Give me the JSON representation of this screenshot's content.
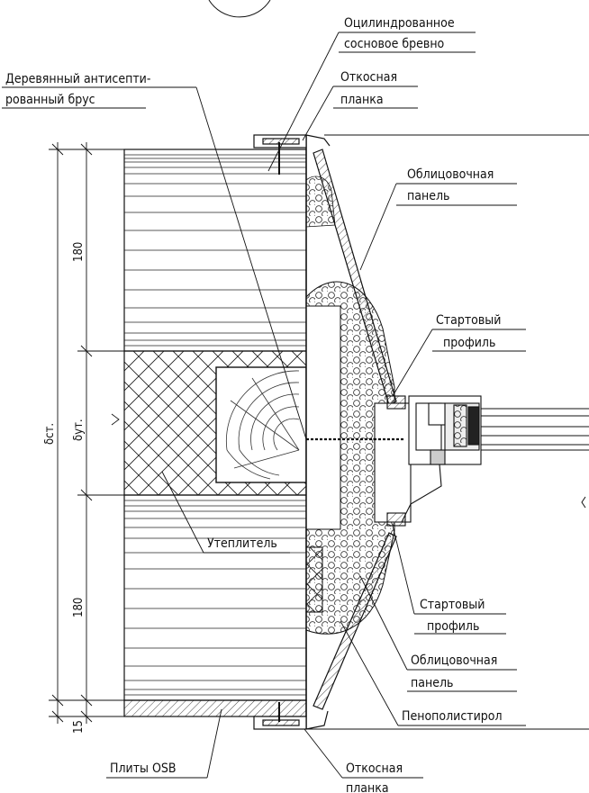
{
  "labels": {
    "log_line1": "Оцилиндрованное",
    "log_line2": "сосновое бревно",
    "beam_line1": "Деревянный антисепти-",
    "beam_line2": "рованный брус",
    "slope_top_line1": "Откосная",
    "slope_top_line2": "планка",
    "facing_top_line1": "Облицовочная",
    "facing_top_line2": "панель",
    "start_top_line1": "Стартовый",
    "start_top_line2": "профиль",
    "insulation": "Утеплитель",
    "start_bottom_line1": "Стартовый",
    "start_bottom_line2": "профиль",
    "facing_bottom_line1": "Облицовочная",
    "facing_bottom_line2": "панель",
    "polystyrene": "Пенополистирол",
    "osb": "Плиты OSB",
    "slope_bottom_line1": "Откосная",
    "slope_bottom_line2": "планка"
  },
  "dimensions": {
    "upper": "180",
    "lower": "180",
    "osb": "15",
    "wall_thickness": "δст.",
    "insulation_thickness": "δут."
  }
}
